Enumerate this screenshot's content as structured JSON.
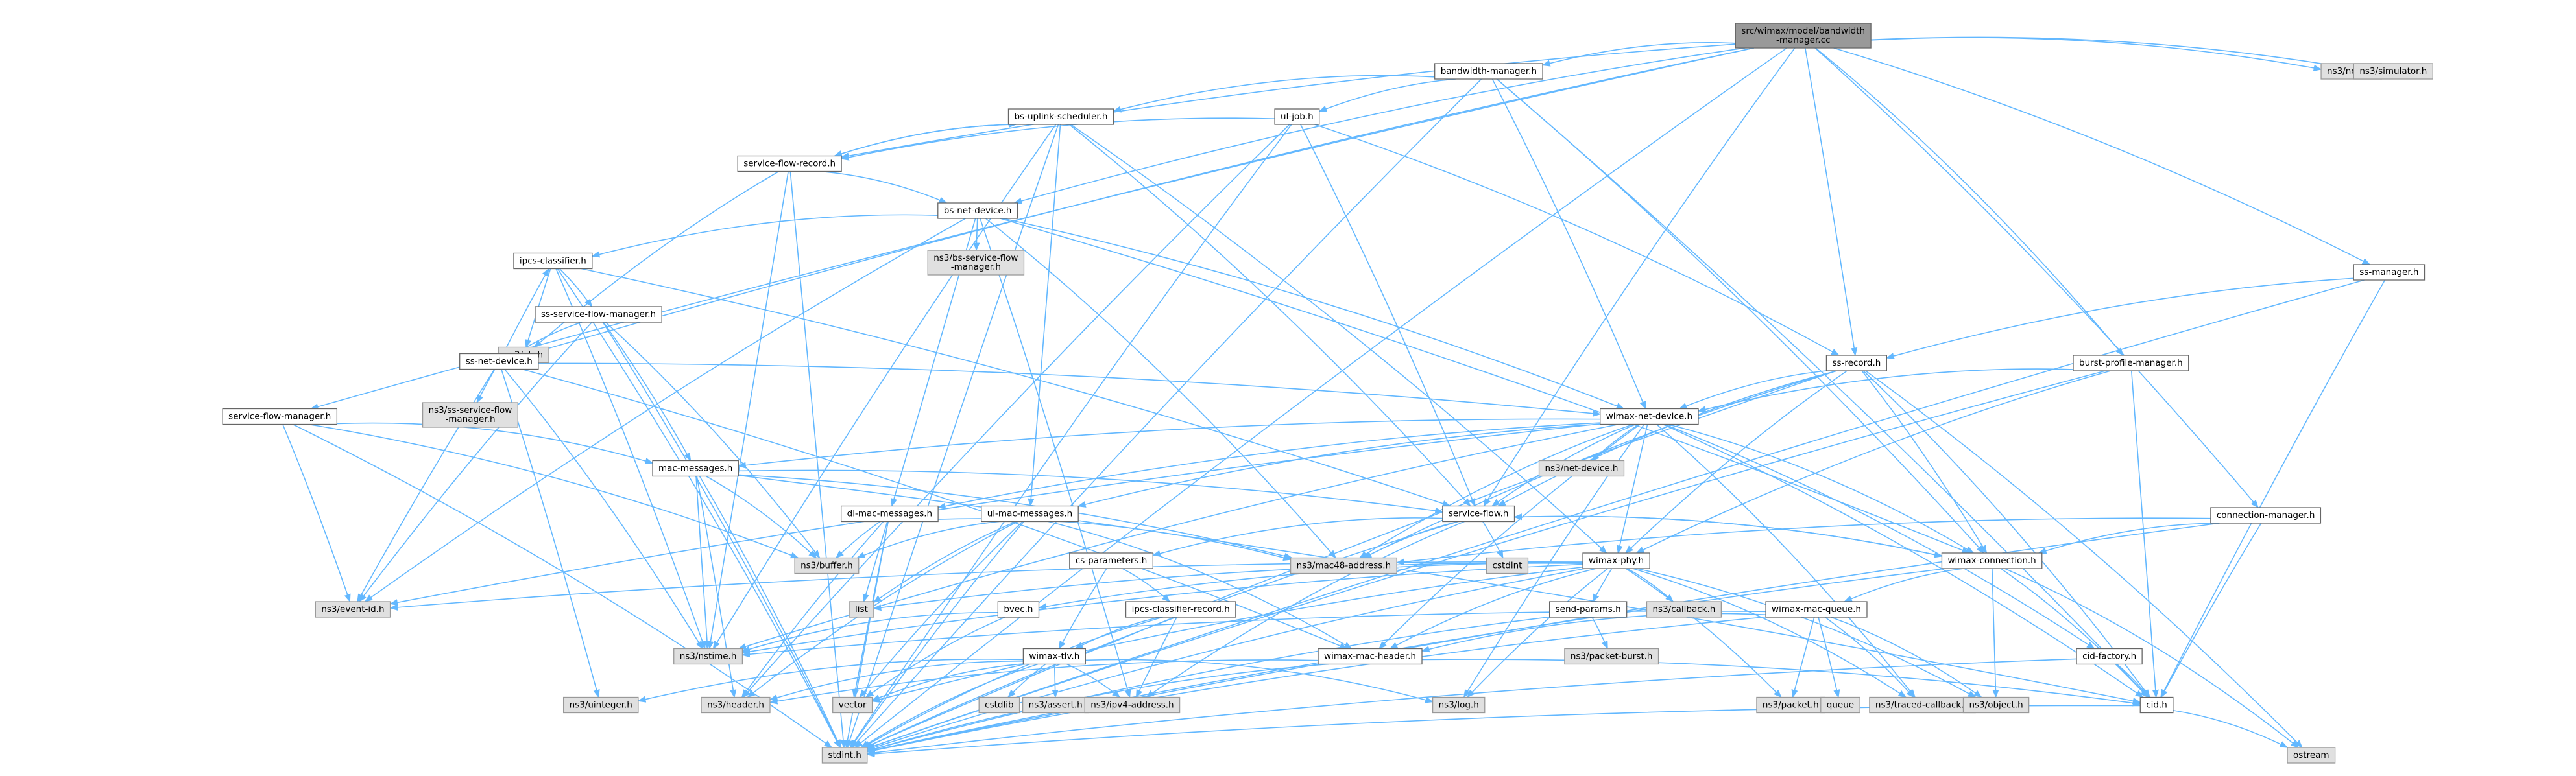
{
  "graph": {
    "root": "n0",
    "colors": {
      "edge": "#63B8FF",
      "root_fill": "#999999",
      "external_fill": "#e0e0e0",
      "node_fill": "#ffffff",
      "border": "#666666"
    },
    "nodes": [
      {
        "id": "n0",
        "label": [
          "src/wimax/model/bandwidth",
          "-manager.cc"
        ],
        "kind": "root"
      },
      {
        "id": "bwm",
        "label": [
          "bandwidth-manager.h"
        ],
        "kind": "normal"
      },
      {
        "id": "node",
        "label": [
          "ns3/node.h"
        ],
        "kind": "external"
      },
      {
        "id": "sim",
        "label": [
          "ns3/simulator.h"
        ],
        "kind": "external"
      },
      {
        "id": "bsup",
        "label": [
          "bs-uplink-scheduler.h"
        ],
        "kind": "normal"
      },
      {
        "id": "uljob",
        "label": [
          "ul-job.h"
        ],
        "kind": "normal"
      },
      {
        "id": "sfr",
        "label": [
          "service-flow-record.h"
        ],
        "kind": "normal"
      },
      {
        "id": "bsnd",
        "label": [
          "bs-net-device.h"
        ],
        "kind": "normal"
      },
      {
        "id": "bssfm",
        "label": [
          "ns3/bs-service-flow",
          "-manager.h"
        ],
        "kind": "external"
      },
      {
        "id": "ipcs",
        "label": [
          "ipcs-classifier.h"
        ],
        "kind": "normal"
      },
      {
        "id": "ptr",
        "label": [
          "ns3/ptr.h"
        ],
        "kind": "external"
      },
      {
        "id": "sssfm",
        "label": [
          "ss-service-flow-manager.h"
        ],
        "kind": "normal"
      },
      {
        "id": "ssnd",
        "label": [
          "ss-net-device.h"
        ],
        "kind": "normal"
      },
      {
        "id": "nsssfm",
        "label": [
          "ns3/ss-service-flow",
          "-manager.h"
        ],
        "kind": "external"
      },
      {
        "id": "sfm",
        "label": [
          "service-flow-manager.h"
        ],
        "kind": "normal"
      },
      {
        "id": "macmsg",
        "label": [
          "mac-messages.h"
        ],
        "kind": "normal"
      },
      {
        "id": "wnd",
        "label": [
          "wimax-net-device.h"
        ],
        "kind": "normal"
      },
      {
        "id": "netdev",
        "label": [
          "ns3/net-device.h"
        ],
        "kind": "external"
      },
      {
        "id": "ssrec",
        "label": [
          "ss-record.h"
        ],
        "kind": "normal"
      },
      {
        "id": "bpm",
        "label": [
          "burst-profile-manager.h"
        ],
        "kind": "normal"
      },
      {
        "id": "ssm",
        "label": [
          "ss-manager.h"
        ],
        "kind": "normal"
      },
      {
        "id": "dlmm",
        "label": [
          "dl-mac-messages.h"
        ],
        "kind": "normal"
      },
      {
        "id": "ulmm",
        "label": [
          "ul-mac-messages.h"
        ],
        "kind": "normal"
      },
      {
        "id": "sf",
        "label": [
          "service-flow.h"
        ],
        "kind": "normal"
      },
      {
        "id": "cstdint",
        "label": [
          "cstdint"
        ],
        "kind": "external"
      },
      {
        "id": "mac48",
        "label": [
          "ns3/mac48-address.h"
        ],
        "kind": "external"
      },
      {
        "id": "buffer",
        "label": [
          "ns3/buffer.h"
        ],
        "kind": "external"
      },
      {
        "id": "eventid",
        "label": [
          "ns3/event-id.h"
        ],
        "kind": "external"
      },
      {
        "id": "csp",
        "label": [
          "cs-parameters.h"
        ],
        "kind": "normal"
      },
      {
        "id": "wphy",
        "label": [
          "wimax-phy.h"
        ],
        "kind": "normal"
      },
      {
        "id": "wconn",
        "label": [
          "wimax-connection.h"
        ],
        "kind": "normal"
      },
      {
        "id": "connm",
        "label": [
          "connection-manager.h"
        ],
        "kind": "normal"
      },
      {
        "id": "list",
        "label": [
          "list"
        ],
        "kind": "external"
      },
      {
        "id": "bvec",
        "label": [
          "bvec.h"
        ],
        "kind": "normal"
      },
      {
        "id": "sendp",
        "label": [
          "send-params.h"
        ],
        "kind": "normal"
      },
      {
        "id": "callback",
        "label": [
          "ns3/callback.h"
        ],
        "kind": "external"
      },
      {
        "id": "wmq",
        "label": [
          "wimax-mac-queue.h"
        ],
        "kind": "normal"
      },
      {
        "id": "ipcsrec",
        "label": [
          "ipcs-classifier-record.h"
        ],
        "kind": "normal"
      },
      {
        "id": "nstime",
        "label": [
          "ns3/nstime.h"
        ],
        "kind": "external"
      },
      {
        "id": "pktburst",
        "label": [
          "ns3/packet-burst.h"
        ],
        "kind": "external"
      },
      {
        "id": "packet",
        "label": [
          "ns3/packet.h"
        ],
        "kind": "external"
      },
      {
        "id": "queue",
        "label": [
          "queue"
        ],
        "kind": "external"
      },
      {
        "id": "tcb",
        "label": [
          "ns3/traced-callback.h"
        ],
        "kind": "external"
      },
      {
        "id": "object",
        "label": [
          "ns3/object.h"
        ],
        "kind": "external"
      },
      {
        "id": "cidf",
        "label": [
          "cid-factory.h"
        ],
        "kind": "normal"
      },
      {
        "id": "wtlv",
        "label": [
          "wimax-tlv.h"
        ],
        "kind": "normal"
      },
      {
        "id": "wmh",
        "label": [
          "wimax-mac-header.h"
        ],
        "kind": "normal"
      },
      {
        "id": "cid",
        "label": [
          "cid.h"
        ],
        "kind": "normal"
      },
      {
        "id": "uinteger",
        "label": [
          "ns3/uinteger.h"
        ],
        "kind": "external"
      },
      {
        "id": "header",
        "label": [
          "ns3/header.h"
        ],
        "kind": "external"
      },
      {
        "id": "vector",
        "label": [
          "vector"
        ],
        "kind": "external"
      },
      {
        "id": "cstdlib",
        "label": [
          "cstdlib"
        ],
        "kind": "external"
      },
      {
        "id": "assert",
        "label": [
          "ns3/assert.h"
        ],
        "kind": "external"
      },
      {
        "id": "ipv4",
        "label": [
          "ns3/ipv4-address.h"
        ],
        "kind": "external"
      },
      {
        "id": "log",
        "label": [
          "ns3/log.h"
        ],
        "kind": "external"
      },
      {
        "id": "ostream",
        "label": [
          "ostream"
        ],
        "kind": "external"
      },
      {
        "id": "stdint",
        "label": [
          "stdint.h"
        ],
        "kind": "external"
      }
    ],
    "edges": [
      [
        "n0",
        "bwm"
      ],
      [
        "n0",
        "node"
      ],
      [
        "n0",
        "sim"
      ],
      [
        "n0",
        "sfr"
      ],
      [
        "n0",
        "bsnd"
      ],
      [
        "n0",
        "ssnd"
      ],
      [
        "n0",
        "sfm"
      ],
      [
        "n0",
        "ssrec"
      ],
      [
        "n0",
        "bpm"
      ],
      [
        "n0",
        "ssm"
      ],
      [
        "n0",
        "connm"
      ],
      [
        "n0",
        "sf"
      ],
      [
        "n0",
        "stdint"
      ],
      [
        "bwm",
        "bsup"
      ],
      [
        "bwm",
        "uljob"
      ],
      [
        "bwm",
        "wnd"
      ],
      [
        "bwm",
        "cid"
      ],
      [
        "bwm",
        "stdint"
      ],
      [
        "bwm",
        "wconn"
      ],
      [
        "bsup",
        "sfr"
      ],
      [
        "bsup",
        "ulmm"
      ],
      [
        "bsup",
        "wphy"
      ],
      [
        "bsup",
        "sf"
      ],
      [
        "bsup",
        "stdint"
      ],
      [
        "bsup",
        "nstime"
      ],
      [
        "uljob",
        "sfr"
      ],
      [
        "uljob",
        "ssrec"
      ],
      [
        "uljob",
        "sf"
      ],
      [
        "uljob",
        "stdint"
      ],
      [
        "uljob",
        "header"
      ],
      [
        "sfr",
        "bsnd"
      ],
      [
        "sfr",
        "ptr"
      ],
      [
        "sfr",
        "stdint"
      ],
      [
        "sfr",
        "nstime"
      ],
      [
        "sfr",
        "bsup"
      ],
      [
        "bsnd",
        "bssfm"
      ],
      [
        "bsnd",
        "ipcs"
      ],
      [
        "bsnd",
        "dlmm"
      ],
      [
        "bsnd",
        "wnd"
      ],
      [
        "bsnd",
        "mac48"
      ],
      [
        "bsnd",
        "ipv4"
      ],
      [
        "bsnd",
        "eventid"
      ],
      [
        "bsnd",
        "wconn"
      ],
      [
        "ipcs",
        "ptr"
      ],
      [
        "ipcs",
        "sssfm"
      ],
      [
        "ipcs",
        "stdint"
      ],
      [
        "ipcs",
        "nstime"
      ],
      [
        "ipcs",
        "sf"
      ],
      [
        "sssfm",
        "ssnd"
      ],
      [
        "sssfm",
        "macmsg"
      ],
      [
        "sssfm",
        "buffer"
      ],
      [
        "sssfm",
        "eventid"
      ],
      [
        "sssfm",
        "stdint"
      ],
      [
        "ssnd",
        "nsssfm"
      ],
      [
        "ssnd",
        "wnd"
      ],
      [
        "ssnd",
        "eventid"
      ],
      [
        "ssnd",
        "ipcs"
      ],
      [
        "ssnd",
        "uinteger"
      ],
      [
        "ssnd",
        "nstime"
      ],
      [
        "ssnd",
        "wmh"
      ],
      [
        "sfm",
        "macmsg"
      ],
      [
        "sfm",
        "buffer"
      ],
      [
        "sfm",
        "eventid"
      ],
      [
        "sfm",
        "stdint"
      ],
      [
        "macmsg",
        "sf"
      ],
      [
        "macmsg",
        "buffer"
      ],
      [
        "macmsg",
        "header"
      ],
      [
        "macmsg",
        "stdint"
      ],
      [
        "macmsg",
        "nstime"
      ],
      [
        "macmsg",
        "cid"
      ],
      [
        "macmsg",
        "mac48"
      ],
      [
        "wnd",
        "netdev"
      ],
      [
        "wnd",
        "macmsg"
      ],
      [
        "wnd",
        "dlmm"
      ],
      [
        "wnd",
        "ulmm"
      ],
      [
        "wnd",
        "sf"
      ],
      [
        "wnd",
        "wphy"
      ],
      [
        "wnd",
        "wconn"
      ],
      [
        "wnd",
        "cidf"
      ],
      [
        "wnd",
        "cid"
      ],
      [
        "wnd",
        "mac48"
      ],
      [
        "wnd",
        "tcb"
      ],
      [
        "wnd",
        "eventid"
      ],
      [
        "wnd",
        "nstime"
      ],
      [
        "wnd",
        "wmh"
      ],
      [
        "wnd",
        "log"
      ],
      [
        "ssrec",
        "wnd"
      ],
      [
        "ssrec",
        "sf"
      ],
      [
        "ssrec",
        "wphy"
      ],
      [
        "ssrec",
        "wconn"
      ],
      [
        "ssrec",
        "mac48"
      ],
      [
        "ssrec",
        "cid"
      ],
      [
        "ssrec",
        "stdint"
      ],
      [
        "ssrec",
        "ostream"
      ],
      [
        "bpm",
        "wnd"
      ],
      [
        "bpm",
        "wphy"
      ],
      [
        "bpm",
        "cid"
      ],
      [
        "bpm",
        "stdint"
      ],
      [
        "ssm",
        "ssrec"
      ],
      [
        "ssm",
        "cid"
      ],
      [
        "ssm",
        "stdint"
      ],
      [
        "dlmm",
        "buffer"
      ],
      [
        "dlmm",
        "header"
      ],
      [
        "dlmm",
        "list"
      ],
      [
        "dlmm",
        "vector"
      ],
      [
        "dlmm",
        "stdint"
      ],
      [
        "dlmm",
        "mac48"
      ],
      [
        "ulmm",
        "buffer"
      ],
      [
        "ulmm",
        "header"
      ],
      [
        "ulmm",
        "list"
      ],
      [
        "ulmm",
        "vector"
      ],
      [
        "ulmm",
        "stdint"
      ],
      [
        "ulmm",
        "wmh"
      ],
      [
        "sf",
        "cstdint"
      ],
      [
        "sf",
        "mac48"
      ],
      [
        "sf",
        "csp"
      ],
      [
        "sf",
        "wconn"
      ],
      [
        "sf",
        "ipv4"
      ],
      [
        "sf",
        "stdint"
      ],
      [
        "csp",
        "ipcsrec"
      ],
      [
        "csp",
        "wtlv"
      ],
      [
        "wphy",
        "bvec"
      ],
      [
        "wphy",
        "sendp"
      ],
      [
        "wphy",
        "callback"
      ],
      [
        "wphy",
        "eventid"
      ],
      [
        "wphy",
        "list"
      ],
      [
        "wphy",
        "nstime"
      ],
      [
        "wphy",
        "object"
      ],
      [
        "wphy",
        "packet"
      ],
      [
        "wphy",
        "tcb"
      ],
      [
        "wphy",
        "vector"
      ],
      [
        "wphy",
        "stdint"
      ],
      [
        "wphy",
        "wmh"
      ],
      [
        "wphy",
        "log"
      ],
      [
        "wconn",
        "sf"
      ],
      [
        "wconn",
        "wmq"
      ],
      [
        "wconn",
        "cid"
      ],
      [
        "wconn",
        "object"
      ],
      [
        "wconn",
        "stdint"
      ],
      [
        "wconn",
        "ostream"
      ],
      [
        "connm",
        "wconn"
      ],
      [
        "connm",
        "cid"
      ],
      [
        "connm",
        "stdint"
      ],
      [
        "connm",
        "mac48"
      ],
      [
        "bvec",
        "vector"
      ],
      [
        "bvec",
        "nstime"
      ],
      [
        "sendp",
        "pktburst"
      ],
      [
        "sendp",
        "stdint"
      ],
      [
        "wmq",
        "wmh"
      ],
      [
        "wmq",
        "packet"
      ],
      [
        "wmq",
        "queue"
      ],
      [
        "wmq",
        "tcb"
      ],
      [
        "wmq",
        "object"
      ],
      [
        "wmq",
        "stdint"
      ],
      [
        "wmq",
        "nstime"
      ],
      [
        "ipcsrec",
        "ipv4"
      ],
      [
        "ipcsrec",
        "stdint"
      ],
      [
        "ipcsrec",
        "wtlv"
      ],
      [
        "cidf",
        "cid"
      ],
      [
        "cidf",
        "stdint"
      ],
      [
        "wtlv",
        "uinteger"
      ],
      [
        "wtlv",
        "header"
      ],
      [
        "wtlv",
        "vector"
      ],
      [
        "wtlv",
        "cstdlib"
      ],
      [
        "wtlv",
        "assert"
      ],
      [
        "wtlv",
        "ipv4"
      ],
      [
        "wtlv",
        "log"
      ],
      [
        "wtlv",
        "stdint"
      ],
      [
        "wmh",
        "header"
      ],
      [
        "wmh",
        "stdint"
      ],
      [
        "wmh",
        "cid"
      ],
      [
        "cid",
        "ostream"
      ],
      [
        "cid",
        "stdint"
      ]
    ]
  }
}
